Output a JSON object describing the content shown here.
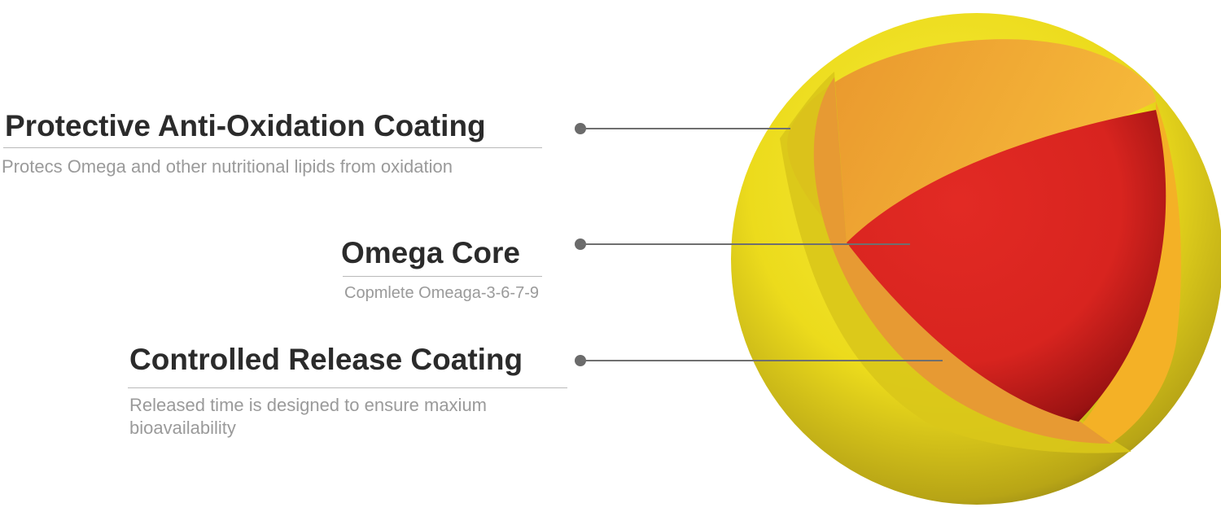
{
  "layers": [
    {
      "title": "Protective Anti-Oxidation Coating",
      "description": "Protecs Omega and other nutritional lipids from oxidation"
    },
    {
      "title": "Omega Core",
      "description": "Copmlete Omeaga-3-6-7-9"
    },
    {
      "title": "Controlled Release Coating",
      "description": "Released time is designed to ensure maxium bioavailability"
    }
  ],
  "colors": {
    "outer_shell": "#f2e21c",
    "middle_layer": "#f0a336",
    "core": "#e02a22",
    "title_text": "#2b2b2b",
    "description_text": "#9a9a9a",
    "leader_line": "#6f6f6f"
  }
}
